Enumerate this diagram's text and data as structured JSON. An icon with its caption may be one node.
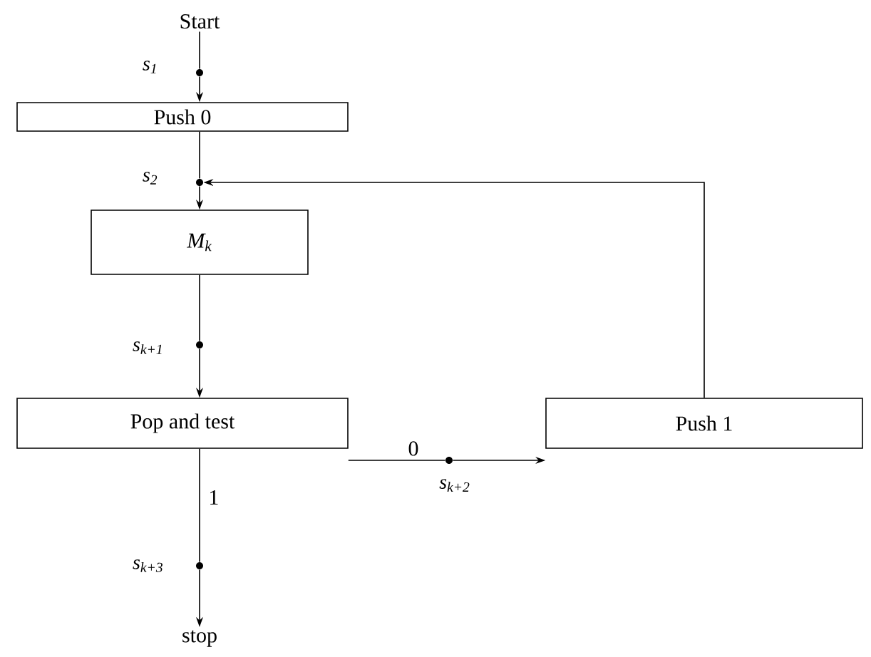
{
  "diagram": {
    "nodes": [
      {
        "text": [
          "Start"
        ]
      },
      {
        "text": [],
        "shape": "circle",
        "beside": [
          "s$_{1}$"
        ]
      },
      {
        "text": [
          "Push 0"
        ]
      },
      {
        "text": [],
        "shape": "circle",
        "beside": [
          "s$_{2}$"
        ]
      },
      {
        "text": [
          "M$_{k}$"
        ]
      },
      {
        "text": [],
        "shape": "circle",
        "beside": [
          "s$_{k+1}$"
        ]
      },
      {
        "text": [
          "Pop and test"
        ]
      },
      {
        "text": [],
        "shape": "circle",
        "beside": [
          "s$_{k+2}$"
        ]
      },
      {
        "text": [
          "Push 1"
        ]
      },
      {
        "text": [],
        "shape": "circle",
        "beside": [
          "s$_{k+3}$"
        ]
      },
      {
        "text": [
          "stop"
        ]
      }
    ],
    "edges": [
      {
        "from": 0,
        "to": 1,
        "arrow": "none"
      },
      {
        "from": 1,
        "to": 2,
        "arrow": "to"
      },
      {
        "from": 2,
        "to": 3,
        "arrow": "none"
      },
      {
        "from": 3,
        "to": 4,
        "arrow": "to"
      },
      {
        "from": 4,
        "to": 5,
        "arrow": "none"
      },
      {
        "from": 5,
        "to": 6,
        "arrow": "to"
      },
      {
        "from": 6,
        "to": 7,
        "arrow": "none",
        "label": "0"
      },
      {
        "from": 7,
        "to": 8,
        "arrow": "to"
      },
      {
        "from": 8,
        "to": 3,
        "arrow": "to"
      },
      {
        "from": 6,
        "to": 9,
        "arrow": "none",
        "label": "1"
      },
      {
        "from": 9,
        "to": 10,
        "arrow": "to"
      }
    ]
  }
}
